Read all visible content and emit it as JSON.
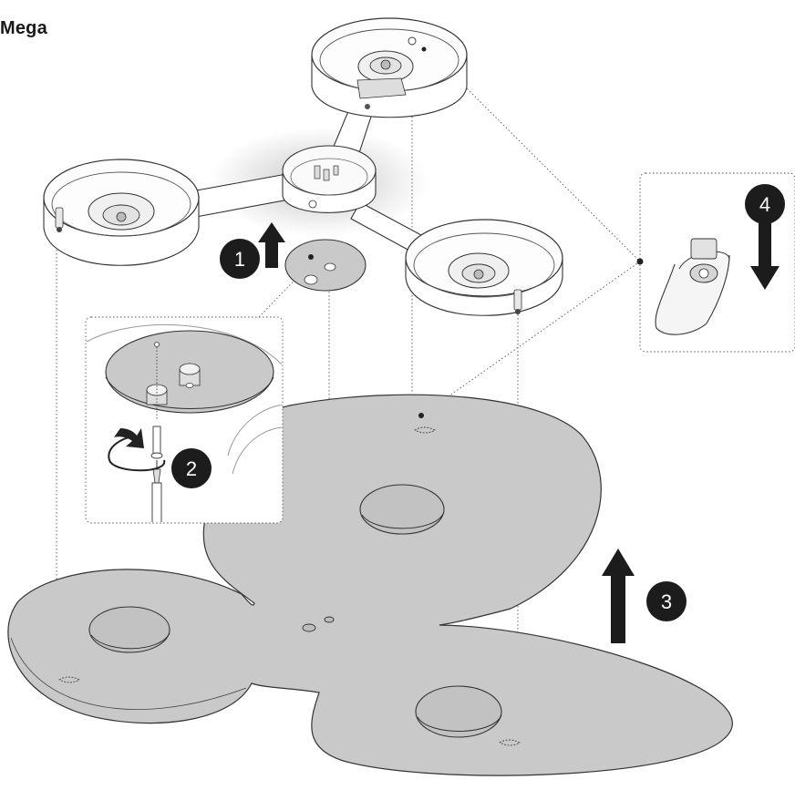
{
  "title": "Mega",
  "steps": [
    {
      "label": "1",
      "instruction_icon": "arrow-up-icon"
    },
    {
      "label": "2",
      "instruction_icon": "rotate-clockwise-icon"
    },
    {
      "label": "3",
      "instruction_icon": "arrow-up-icon"
    },
    {
      "label": "4",
      "instruction_icon": "arrow-down-icon"
    }
  ],
  "colors": {
    "plate_fill": "#c8c8c8",
    "step_badge": "#1c1c1c",
    "line": "#2a2a2a"
  }
}
